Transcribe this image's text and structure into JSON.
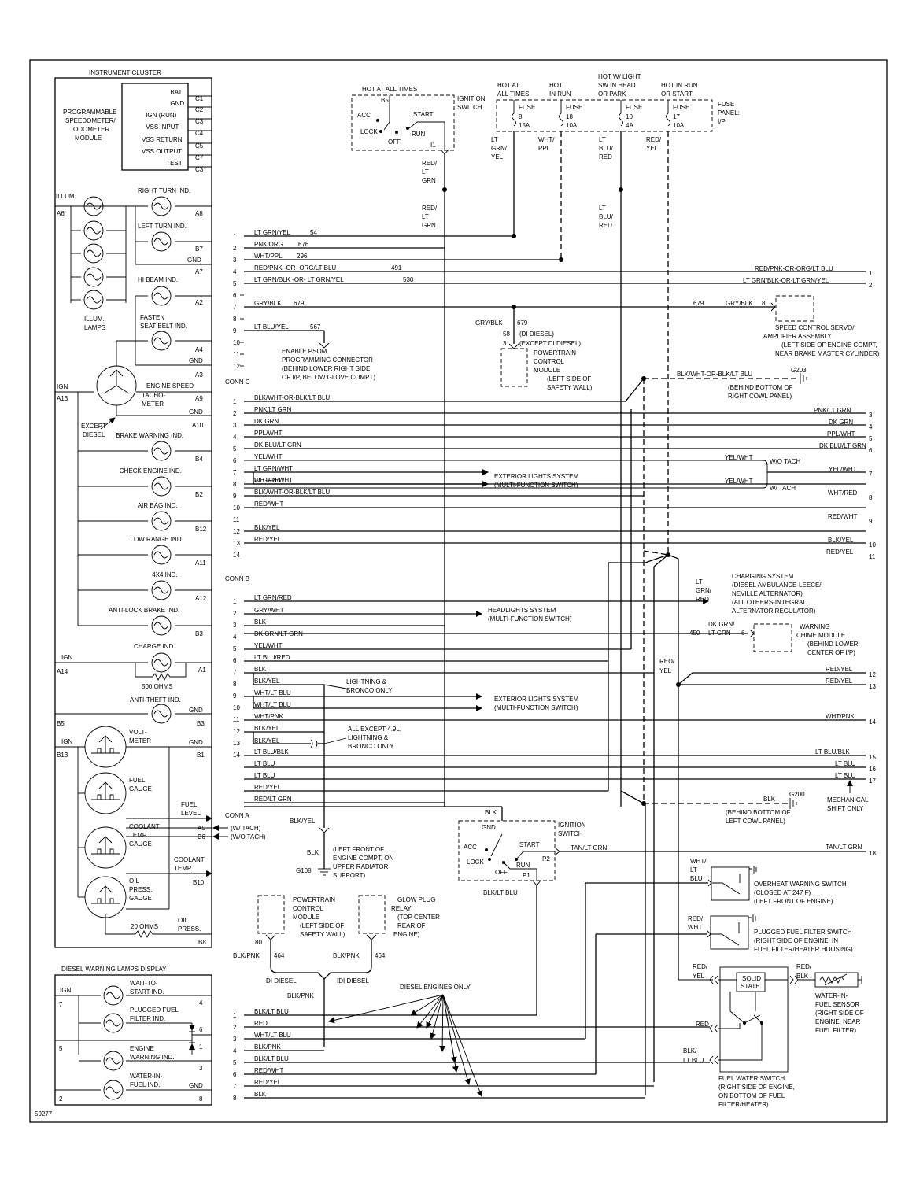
{
  "diagram_id": "59277",
  "cluster": {
    "title": "INSTRUMENT CLUSTER",
    "module": [
      "PROGRAMMABLE",
      "SPEEDOMETER/",
      "ODOMETER",
      "MODULE"
    ],
    "module_pins": [
      {
        "label": "BAT",
        "pin": "C1"
      },
      {
        "label": "GND",
        "pin": "C2"
      },
      {
        "label": "IGN (RUN)",
        "pin": "C3"
      },
      {
        "label": "VSS INPUT",
        "pin": "C4"
      },
      {
        "label": "VSS RETURN",
        "pin": "C5"
      },
      {
        "label": "VSS OUTPUT",
        "pin": "C7"
      },
      {
        "label": "TEST",
        "pin": "C3"
      }
    ],
    "illum": "ILLUM.",
    "illum_pin": "A6",
    "illum_lamps": [
      "ILLUM.",
      "LAMPS"
    ],
    "right_turn": "RIGHT TURN IND.",
    "right_turn_pin": "A8",
    "left_turn": "LEFT TURN IND.",
    "left_turn_pin": "B7",
    "gnd": "GND",
    "gnd_a7": "A7",
    "hi_beam": "HI BEAM IND.",
    "hi_beam_pin": "A2",
    "seat_belt": [
      "FASTEN",
      "SEAT BELT IND."
    ],
    "seat_belt_pin": "A4",
    "gnd_a3": "A3",
    "ign": "IGN",
    "ign_pin": "A13",
    "engine_speed": "ENGINE SPEED",
    "engine_speed_pin": "A9",
    "tacho": [
      "TACHO-",
      "METER"
    ],
    "gnd_a10": "A10",
    "except_diesel": [
      "EXCEPT",
      "DIESEL"
    ],
    "brake": "BRAKE WARNING IND.",
    "brake_pin": "B4",
    "check_engine": "CHECK ENGINE IND.",
    "check_engine_pin": "B2",
    "air_bag": "AIR BAG IND.",
    "air_bag_pin": "B12",
    "low_range": "LOW RANGE IND.",
    "low_range_pin": "A11",
    "four_x_four": "4X4 IND.",
    "four_x_four_pin": "A12",
    "anti_lock": "ANTI-LOCK BRAKE IND.",
    "anti_lock_pin": "B3",
    "charge": "CHARGE IND.",
    "charge_ign": "IGN",
    "charge_ign_pin": "A14",
    "charge_pin": "A1",
    "resistor_500": "500 OHMS",
    "anti_theft": "ANTI-THEFT IND.",
    "anti_theft_b5": "B5",
    "anti_theft_pin": "B3",
    "volt_ign": "IGN",
    "volt_ign_pin": "B13",
    "volt": [
      "VOLT-",
      "METER"
    ],
    "volt_pin": "B1",
    "fuel": [
      "FUEL",
      "GAUGE"
    ],
    "fuel_level": [
      "FUEL",
      "LEVEL"
    ],
    "coolant": [
      "COOLANT",
      "TEMP.",
      "GAUGE"
    ],
    "w_tach": "(W/ TACH)",
    "wo_tach": "(W/O TACH)",
    "a5": "A5",
    "b6": "B6",
    "coolant_temp": [
      "COOLANT",
      "TEMP."
    ],
    "b10": "B10",
    "oil": [
      "OIL",
      "PRESS.",
      "GAUGE"
    ],
    "resistor_20": "20 OHMS",
    "oil_press": [
      "OIL",
      "PRESS."
    ],
    "b8": "B8"
  },
  "diesel_display": {
    "title": "DIESEL WARNING LAMPS DISPLAY",
    "ign": "IGN",
    "pins": [
      "7",
      "4",
      "6",
      "5",
      "1",
      "3",
      "2",
      "8"
    ],
    "wait": [
      "WAIT-TO-",
      "START IND."
    ],
    "plugged": [
      "PLUGGED FUEL",
      "FILTER IND."
    ],
    "engine_warn": [
      "ENGINE",
      "WARNING IND."
    ],
    "water": [
      "WATER-IN-",
      "FUEL IND."
    ],
    "gnd": "GND"
  },
  "ignition_top": {
    "hot": "HOT AT ALL TIMES",
    "b5": "B5",
    "acc": "ACC",
    "lock": "LOCK",
    "off": "OFF",
    "start": "START",
    "run": "RUN",
    "i1": "I1",
    "title": [
      "IGNITION",
      "SWITCH"
    ],
    "wire": [
      "RED/",
      "LT",
      "GRN"
    ],
    "wire2": [
      "RED/",
      "LT",
      "GRN"
    ]
  },
  "fuse_panel": {
    "headers": [
      [
        "HOT AT",
        "ALL TIMES"
      ],
      [
        "HOT",
        "IN RUN"
      ],
      [
        "HOT W/ LIGHT",
        "SW IN HEAD",
        "OR PARK"
      ],
      [
        "HOT IN RUN",
        "OR START"
      ]
    ],
    "fuses": [
      [
        "FUSE",
        "8",
        "15A"
      ],
      [
        "FUSE",
        "18",
        "10A"
      ],
      [
        "FUSE",
        "10",
        "4A"
      ],
      [
        "FUSE",
        "17",
        "10A"
      ]
    ],
    "title": [
      "FUSE",
      "PANEL:",
      "I/P"
    ],
    "wires": [
      [
        "LT",
        "GRN/",
        "YEL"
      ],
      [
        "WHT/",
        "PPL"
      ],
      [
        "LT",
        "BLU/",
        "RED"
      ],
      [
        "RED/",
        "YEL"
      ]
    ],
    "wire3b": [
      "LT",
      "BLU/",
      "RED"
    ]
  },
  "conn_c": {
    "name": "CONN C",
    "pins": [
      "1",
      "2",
      "3",
      "4",
      "5",
      "6",
      "7",
      "8",
      "9",
      "10",
      "11",
      "12"
    ],
    "wires": [
      "LT GRN/YEL",
      "PNK/ORG",
      "WHT/PPL",
      "RED/PNK  -OR- ORG/LT BLU",
      "LT GRN/BLK  -OR- LT GRN/YEL",
      "",
      "GRY/BLK",
      "",
      "LT BLU/YEL"
    ],
    "circuits": [
      "54",
      "676",
      "296",
      "491",
      "530",
      "679",
      "567"
    ],
    "right": [
      "RED/PNK-OR-ORG/LT BLU",
      "LT GRN/BLK-OR-LT GRN/YEL"
    ],
    "right_pins": [
      "1",
      "2"
    ],
    "psom": [
      "ENABLE PSOM",
      "PROGRAMMING CONNECTOR",
      "(BEHIND LOWER RIGHT SIDE",
      "OF I/P, BELOW GLOVE COMPT)"
    ],
    "gry_blk": "GRY/BLK",
    "c679": "679",
    "c58": "58",
    "c3": "3",
    "diesel_note": [
      "(DI DIESEL)",
      "(EXCEPT DI DIESEL)"
    ],
    "pcm": [
      "POWERTRAIN",
      "CONTROL",
      "MODULE",
      "(LEFT SIDE OF",
      "SAFETY WALL)"
    ],
    "servo_wire": "GRY/BLK",
    "servo_c": "679",
    "servo_pin": "8",
    "servo": [
      "SPEED CONTROL SERVO/",
      "AMPLIFIER ASSEMBLY",
      "(LEFT SIDE OF ENGINE COMPT,",
      "NEAR BRAKE MASTER CYLINDER)"
    ],
    "g203_wire": "BLK/WHT-OR-BLK/LT BLU",
    "g203": "G203",
    "g203_note": [
      "(BEHIND BOTTOM OF",
      "RIGHT COWL PANEL)"
    ]
  },
  "conn_b": {
    "name": "CONN B",
    "pins": [
      "1",
      "2",
      "3",
      "4",
      "5",
      "6",
      "7",
      "8",
      "9",
      "10",
      "11",
      "12",
      "13",
      "14"
    ],
    "wires": [
      "BLK/WHT-OR-BLK/LT BLU",
      "PNK/LT GRN",
      "DK GRN",
      "PPL/WHT",
      "DK BLU/LT GRN",
      "YEL/WHT",
      "LT GRN/WHT",
      "WHT/RED",
      "BLK/WHT-OR-BLK/LT BLU",
      "RED/WHT",
      "",
      "BLK/YEL",
      "RED/YEL"
    ],
    "wire7b": "LT GRN/WHT",
    "ext": [
      "EXTERIOR LIGHTS SYSTEM",
      "(MULTI-FUNCTION SWITCH)"
    ],
    "right": [
      "PNK/LT GRN",
      "DK GRN",
      "PPL/WHT",
      "DK BLU/LT GRN",
      "YEL/WHT",
      "YEL/WHT",
      "WHT/RED",
      "RED/WHT",
      "BLK/YEL",
      "RED/YEL",
      "YEL/WHT"
    ],
    "right_pins": [
      "3",
      "4",
      "5",
      "6",
      "7",
      "8",
      "9",
      "10",
      "11"
    ],
    "wo_tach": "W/O TACH",
    "w_tach": "W/ TACH"
  },
  "charging": {
    "wire": [
      "LT",
      "GRN/",
      "RED"
    ],
    "text": [
      "CHARGING SYSTEM",
      "(DIESEL AMBULANCE-LEECE/",
      "NEVILLE ALTERNATOR)",
      "(ALL OTHERS-INTEGRAL",
      "ALTERNATOR REGULATOR)"
    ]
  },
  "chime": {
    "wire": [
      "DK GRN/",
      "LT GRN"
    ],
    "circuit": "450",
    "pin": "6",
    "text": [
      "WARNING",
      "CHIME MODULE",
      "(BEHIND LOWER",
      "CENTER OF I/P)"
    ]
  },
  "conn_a": {
    "name": "CONN A",
    "pins": [
      "1",
      "2",
      "3",
      "4",
      "5",
      "6",
      "7",
      "8",
      "9",
      "10",
      "11",
      "12",
      "13",
      "14"
    ],
    "wires": [
      "LT GRN/RED",
      "GRY/WHT",
      "BLK",
      "DK GRN/LT GRN",
      "YEL/WHT",
      "LT BLU/RED",
      "BLK",
      "WHT/LT BLU",
      "WHT/PNK",
      "BLK/YEL",
      "LT BLU/BLK",
      "LT BLU",
      "LT BLU",
      "RED/YEL",
      "RED/LT GRN"
    ],
    "wire7b": "BLK/YEL",
    "wire8b": "WHT/LT BLU",
    "wire10b": "BLK/YEL",
    "headlights": [
      "HEADLIGHTS SYSTEM",
      "(MULTI-FUNCTION SWITCH)"
    ],
    "lightning": [
      "LIGHTNING &",
      "BRONCO ONLY"
    ],
    "ext": [
      "EXTERIOR LIGHTS SYSTEM",
      "(MULTI-FUNCTION SWITCH)"
    ],
    "all_except": [
      "ALL EXCEPT 4.9L,",
      "LIGHTNING &",
      "BRONCO ONLY"
    ],
    "red_yel": [
      "RED/",
      "YEL"
    ],
    "right": [
      "RED/YEL",
      "RED/YEL",
      "WHT/PNK",
      "LT BLU/BLK",
      "LT BLU",
      "LT BLU"
    ],
    "right_pins": [
      "12",
      "13",
      "14",
      "15",
      "16",
      "17",
      "18"
    ],
    "mech": [
      "MECHANICAL",
      "SHIFT ONLY"
    ],
    "g200_wire": "BLK",
    "g200": "G200",
    "g200_note": [
      "(BEHIND BOTTOM OF",
      "LEFT COWL PANEL)"
    ],
    "blk_yel": "BLK/YEL",
    "blk": "BLK",
    "g108": "G108",
    "g108_note": [
      "(LEFT FRONT OF",
      "ENGINE COMPT, ON",
      "UPPER RADIATOR",
      "SUPPORT)"
    ]
  },
  "ignition_bottom": {
    "blk": "BLK",
    "gnd": "GND",
    "acc": "ACC",
    "lock": "LOCK",
    "off": "OFF",
    "start": "START",
    "run": "RUN",
    "p2": "P2",
    "p1": "P1",
    "title": [
      "IGNITION",
      "SWITCH"
    ],
    "tan": "TAN/LT GRN",
    "tan_right": "TAN/LT GRN",
    "tan_pin": "18",
    "blk_lt_blu": "BLK/LT BLU"
  },
  "bottom_center": {
    "pcm": [
      "POWERTRAIN",
      "CONTROL",
      "MODULE",
      "(LEFT SIDE OF",
      "SAFETY WALL)"
    ],
    "glow": [
      "GLOW PLUG",
      "RELAY",
      "(TOP CENTER",
      "REAR OF",
      "ENGINE)"
    ],
    "p80": "80",
    "blk_pnk": "BLK/PNK",
    "c464": "464",
    "blk_pnk2": "BLK/PNK",
    "c464b": "464",
    "di": "DI DIESEL",
    "idi": "IDI DIESEL",
    "blk_pnk3": "BLK/PNK",
    "diesel_only": "DIESEL ENGINES ONLY",
    "pins": [
      "1",
      "2",
      "3",
      "4",
      "5",
      "6",
      "7",
      "8"
    ],
    "wires": [
      "BLK/LT BLU",
      "RED",
      "WHT/LT BLU",
      "BLK/PNK",
      "BLK/LT BLU",
      "RED/WHT",
      "RED/YEL",
      "BLK"
    ]
  },
  "right_bottom": {
    "overheat_wire": [
      "WHT/",
      "LT",
      "BLU"
    ],
    "overheat": [
      "OVERHEAT WARNING SWITCH",
      "(CLOSED AT 247 F)",
      "(LEFT FRONT OF ENGINE)"
    ],
    "plugged_wire": [
      "RED/",
      "WHT"
    ],
    "plugged": [
      "PLUGGED FUEL FILTER SWITCH",
      "(RIGHT SIDE OF ENGINE, IN",
      "FUEL FILTER/HEATER HOUSING)"
    ],
    "red_yel": [
      "RED/",
      "YEL"
    ],
    "solid": [
      "SOLID",
      "STATE"
    ],
    "red_blk": [
      "RED/",
      "BLK"
    ],
    "wif": [
      "WATER-IN-",
      "FUEL SENSOR",
      "(RIGHT SIDE OF",
      "ENGINE, NEAR",
      "FUEL FILTER)"
    ],
    "red": "RED",
    "blk_lt_blu": [
      "BLK/",
      "LT BLU"
    ],
    "fws": [
      "FUEL WATER SWITCH",
      "(RIGHT SIDE OF ENGINE,",
      "ON BOTTOM OF FUEL",
      "FILTER/HEATER)"
    ]
  }
}
